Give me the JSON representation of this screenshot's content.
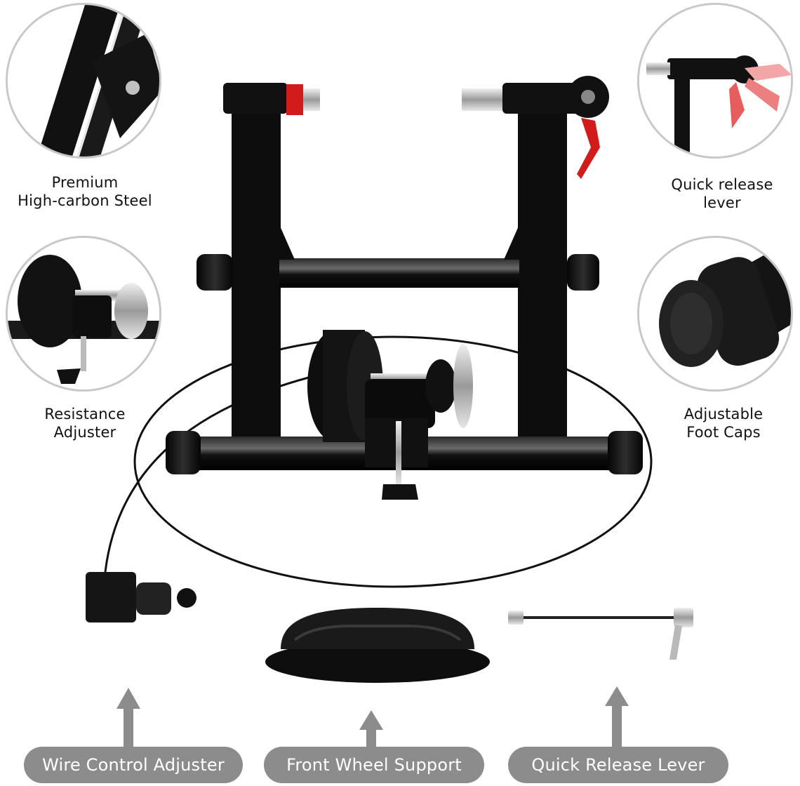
{
  "callouts": {
    "steel": {
      "line1": "Premium",
      "line2": "High-carbon Steel"
    },
    "quick_release": {
      "line1": "Quick release",
      "line2": "lever"
    },
    "resistance": {
      "line1": "Resistance",
      "line2": "Adjuster"
    },
    "foot_caps": {
      "line1": "Adjustable",
      "line2": "Foot Caps"
    }
  },
  "accessories": {
    "wire_control": "Wire Control Adjuster",
    "front_wheel": "Front Wheel Support",
    "qr_lever": "Quick Release Lever"
  },
  "colors": {
    "frame": "#111111",
    "accent_red": "#d21c1c",
    "pill_bg": "#8c8c8c",
    "circle_border": "#c8c8c8"
  }
}
